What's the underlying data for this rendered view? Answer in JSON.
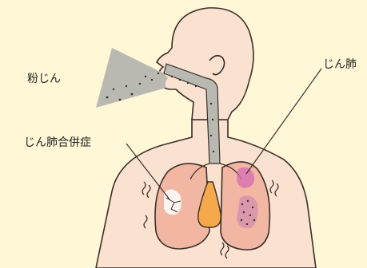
{
  "labels": {
    "dust": "粉じん",
    "complication": "じん肺合併症",
    "pneumoconiosis": "じん肺"
  },
  "colors": {
    "background": "#fff7d6",
    "skin": "#fbe1cf",
    "outline": "#3a2f2a",
    "dust_cloud": "#b9b9b2",
    "lung": "#f2b7a3",
    "lung_lesion": "#d86fb0",
    "heart": "#f5a94a"
  }
}
